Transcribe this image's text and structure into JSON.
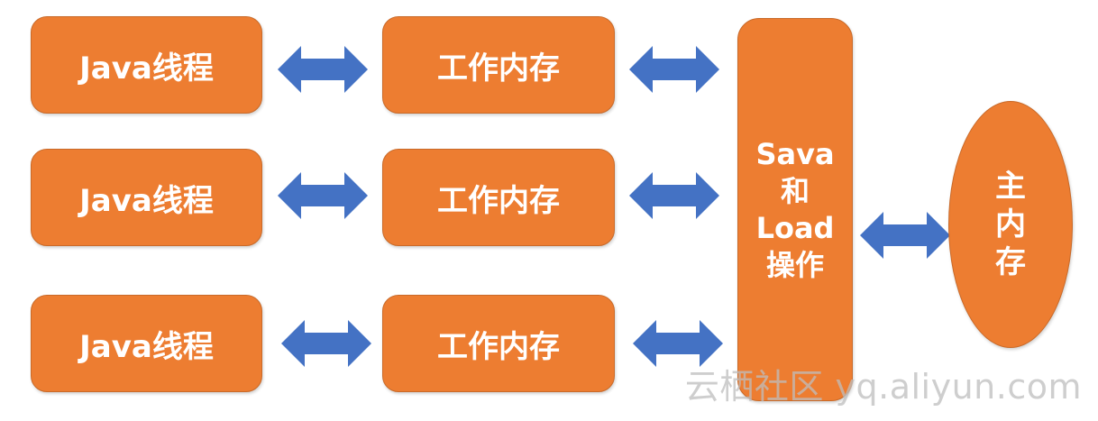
{
  "diagram": {
    "threads": [
      "Java线程",
      "Java线程",
      "Java线程"
    ],
    "working_memory": [
      "工作内存",
      "工作内存",
      "工作内存"
    ],
    "save_load": [
      "Sava",
      "和",
      "Load",
      "操作"
    ],
    "main_memory": [
      "主",
      "内",
      "存"
    ],
    "watermark": "云栖社区 yq.aliyun.com"
  },
  "colors": {
    "box_fill": "#ed7d31",
    "arrow_fill": "#4472c4",
    "text": "#ffffff"
  },
  "icons": {
    "arrow": "double-headed-arrow-icon"
  }
}
